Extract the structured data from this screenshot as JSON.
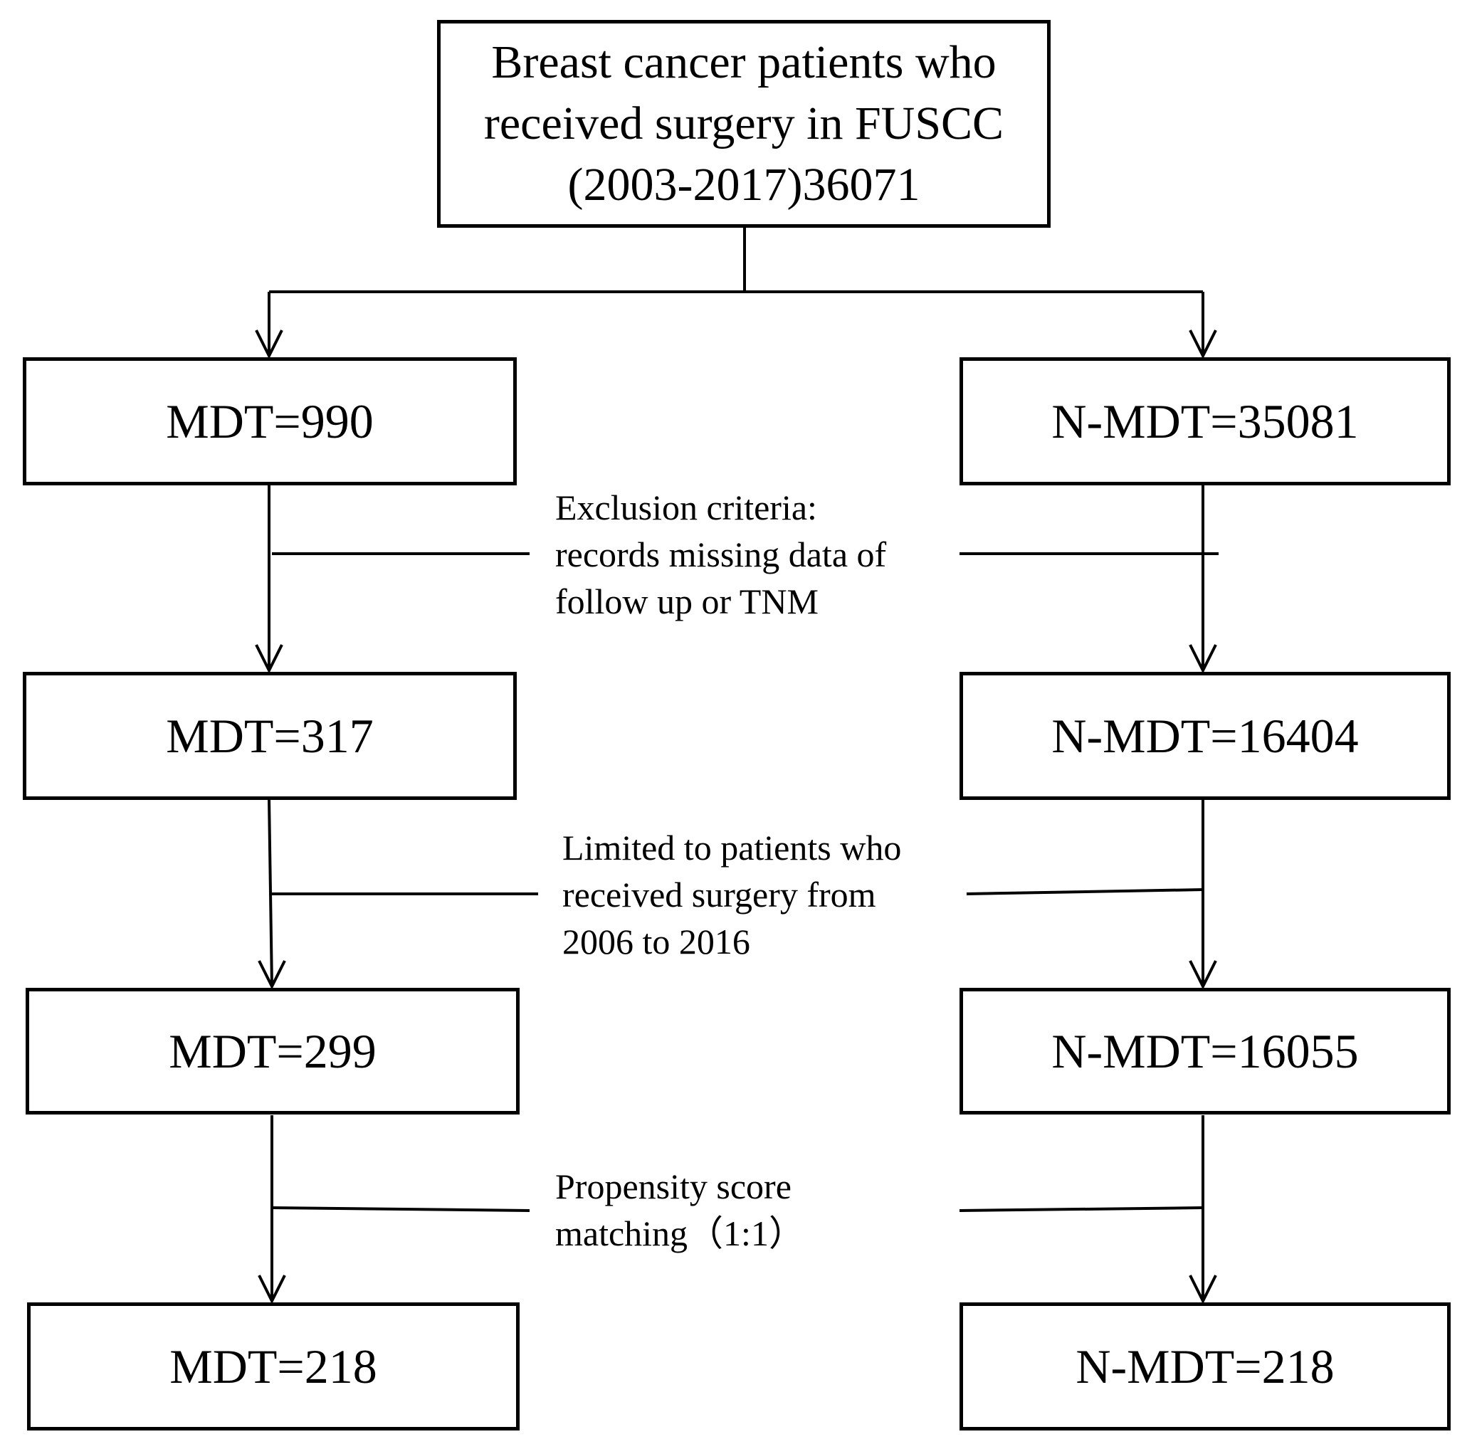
{
  "top": {
    "lines": [
      "Breast cancer patients who",
      "received surgery  in FUSCC",
      "(2003-2017)36071"
    ]
  },
  "left": [
    "MDT=990",
    "MDT=317",
    "MDT=299",
    "MDT=218"
  ],
  "right": [
    "N-MDT=35081",
    "N-MDT=16404",
    "N-MDT=16055",
    "N-MDT=218"
  ],
  "steps": [
    {
      "lines": [
        "Exclusion criteria:",
        "records missing data of",
        "follow up or TNM"
      ]
    },
    {
      "lines": [
        "Limited to patients  who",
        "received surgery from",
        "2006 to 2016"
      ]
    },
    {
      "lines": [
        "Propensity score",
        "matching（1:1）"
      ]
    }
  ]
}
